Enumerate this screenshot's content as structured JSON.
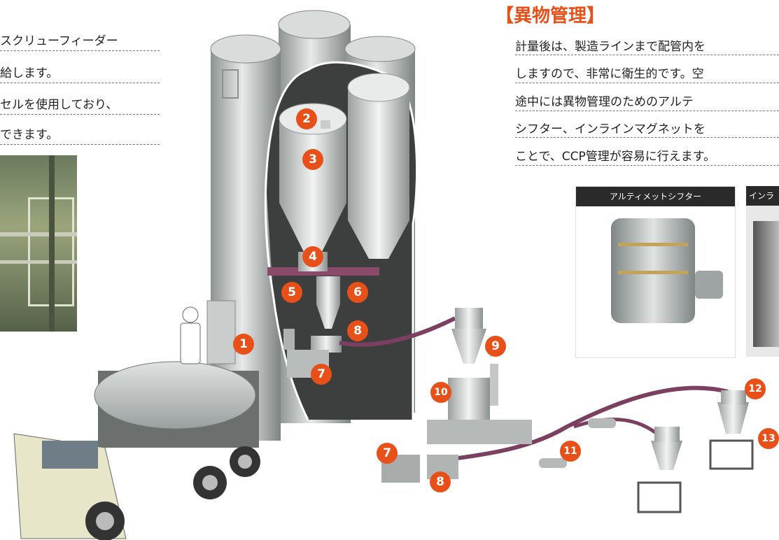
{
  "left_text": {
    "lines": [
      "スクリューフィーダー",
      "給します。",
      "セルを使用しており、",
      "できます。"
    ]
  },
  "right": {
    "title": "【異物管理】",
    "lines": [
      "計量後は、製造ラインまで配管内を",
      "しますので、非常に衛生的です。空",
      "途中には異物管理のためのアルテ",
      "シフター、インラインマグネットを",
      "ことで、CCP管理が容易に行えます。"
    ],
    "photo1_caption": "アルティメットシフター",
    "photo2_caption": "インラ"
  },
  "markers": [
    "1",
    "2",
    "3",
    "4",
    "5",
    "6",
    "7",
    "8",
    "9",
    "10",
    "11",
    "12",
    "13",
    "7",
    "8"
  ],
  "colors": {
    "accent": "#e8501a",
    "silo": "#c4c9c8",
    "pipe": "#8a4a6a",
    "dark": "#3d3f3e"
  }
}
